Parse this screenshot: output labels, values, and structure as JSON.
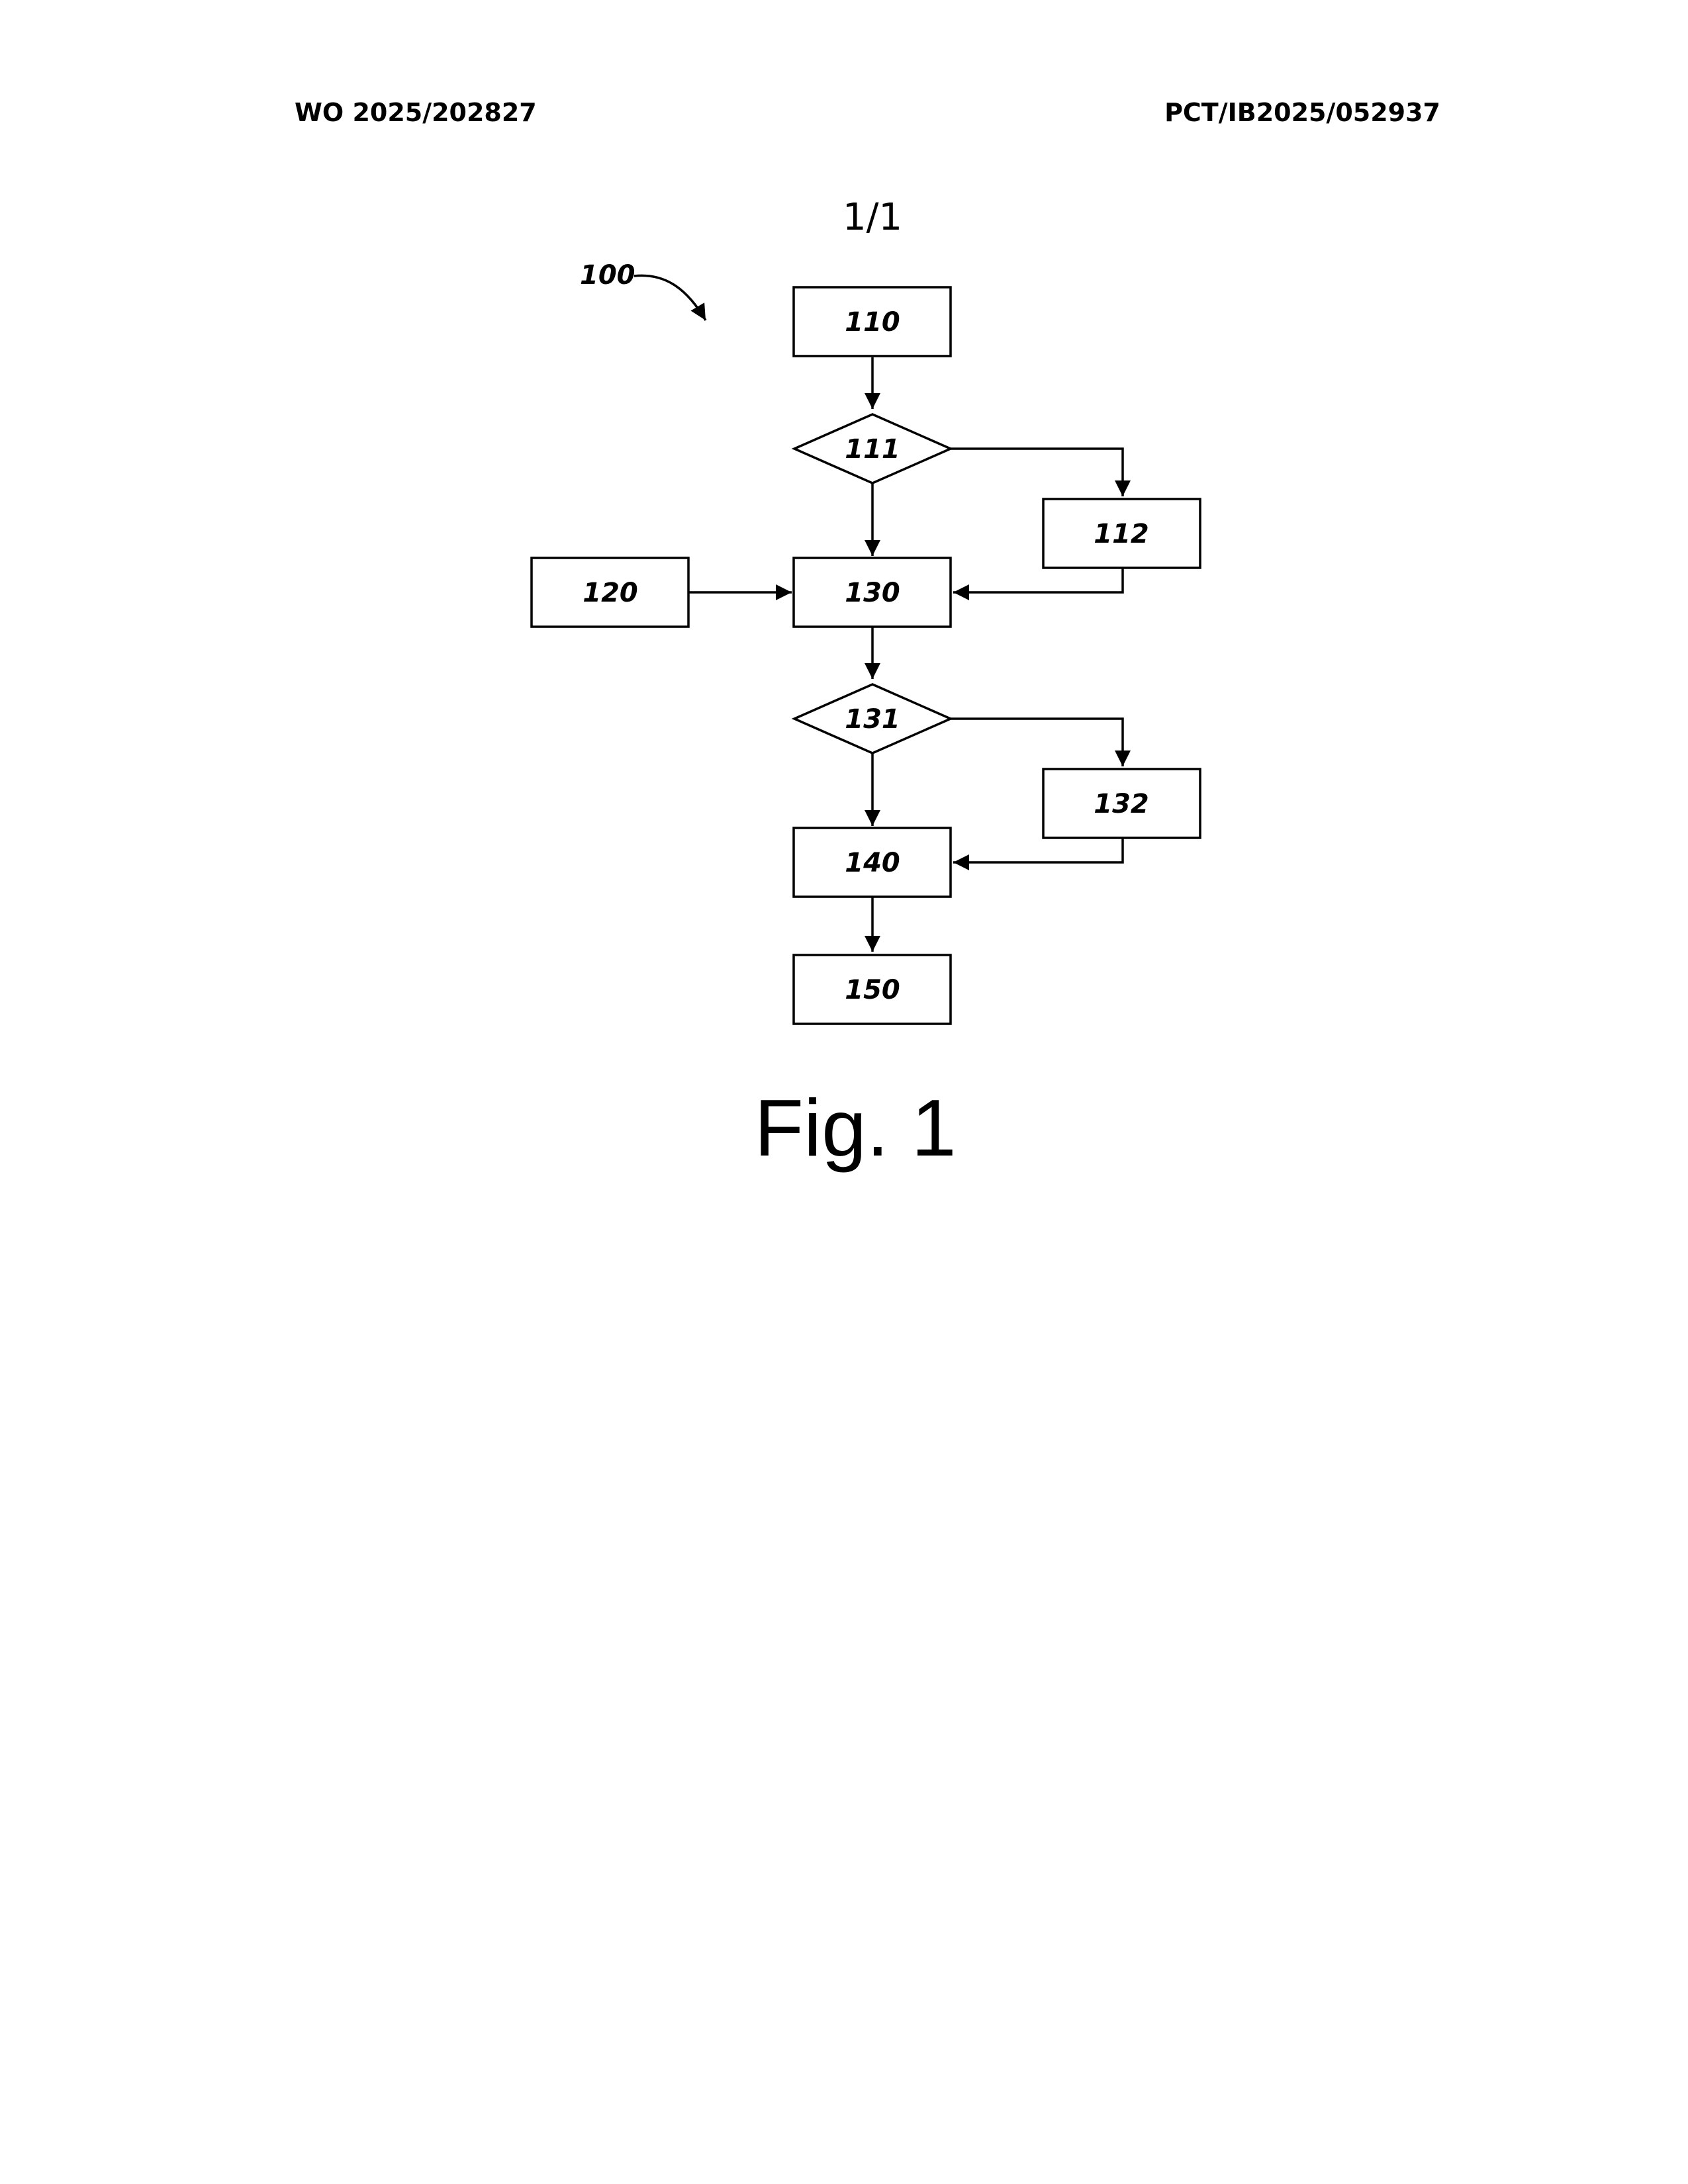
{
  "header": {
    "publication_number": "WO 2025/202827",
    "application_number": "PCT/IB2025/052937"
  },
  "sheet_number": "1/1",
  "figure_caption": "Fig. 1",
  "diagram": {
    "reference": "100",
    "nodes": [
      {
        "id": "110",
        "shape": "box"
      },
      {
        "id": "111",
        "shape": "diamond"
      },
      {
        "id": "112",
        "shape": "box"
      },
      {
        "id": "120",
        "shape": "box"
      },
      {
        "id": "130",
        "shape": "box"
      },
      {
        "id": "131",
        "shape": "diamond"
      },
      {
        "id": "132",
        "shape": "box"
      },
      {
        "id": "140",
        "shape": "box"
      },
      {
        "id": "150",
        "shape": "box"
      }
    ],
    "edges": [
      {
        "from": "110",
        "to": "111"
      },
      {
        "from": "111",
        "to": "130"
      },
      {
        "from": "111",
        "to": "112"
      },
      {
        "from": "112",
        "to": "130"
      },
      {
        "from": "120",
        "to": "130"
      },
      {
        "from": "130",
        "to": "131"
      },
      {
        "from": "131",
        "to": "140"
      },
      {
        "from": "131",
        "to": "132"
      },
      {
        "from": "132",
        "to": "140"
      },
      {
        "from": "140",
        "to": "150"
      }
    ]
  }
}
